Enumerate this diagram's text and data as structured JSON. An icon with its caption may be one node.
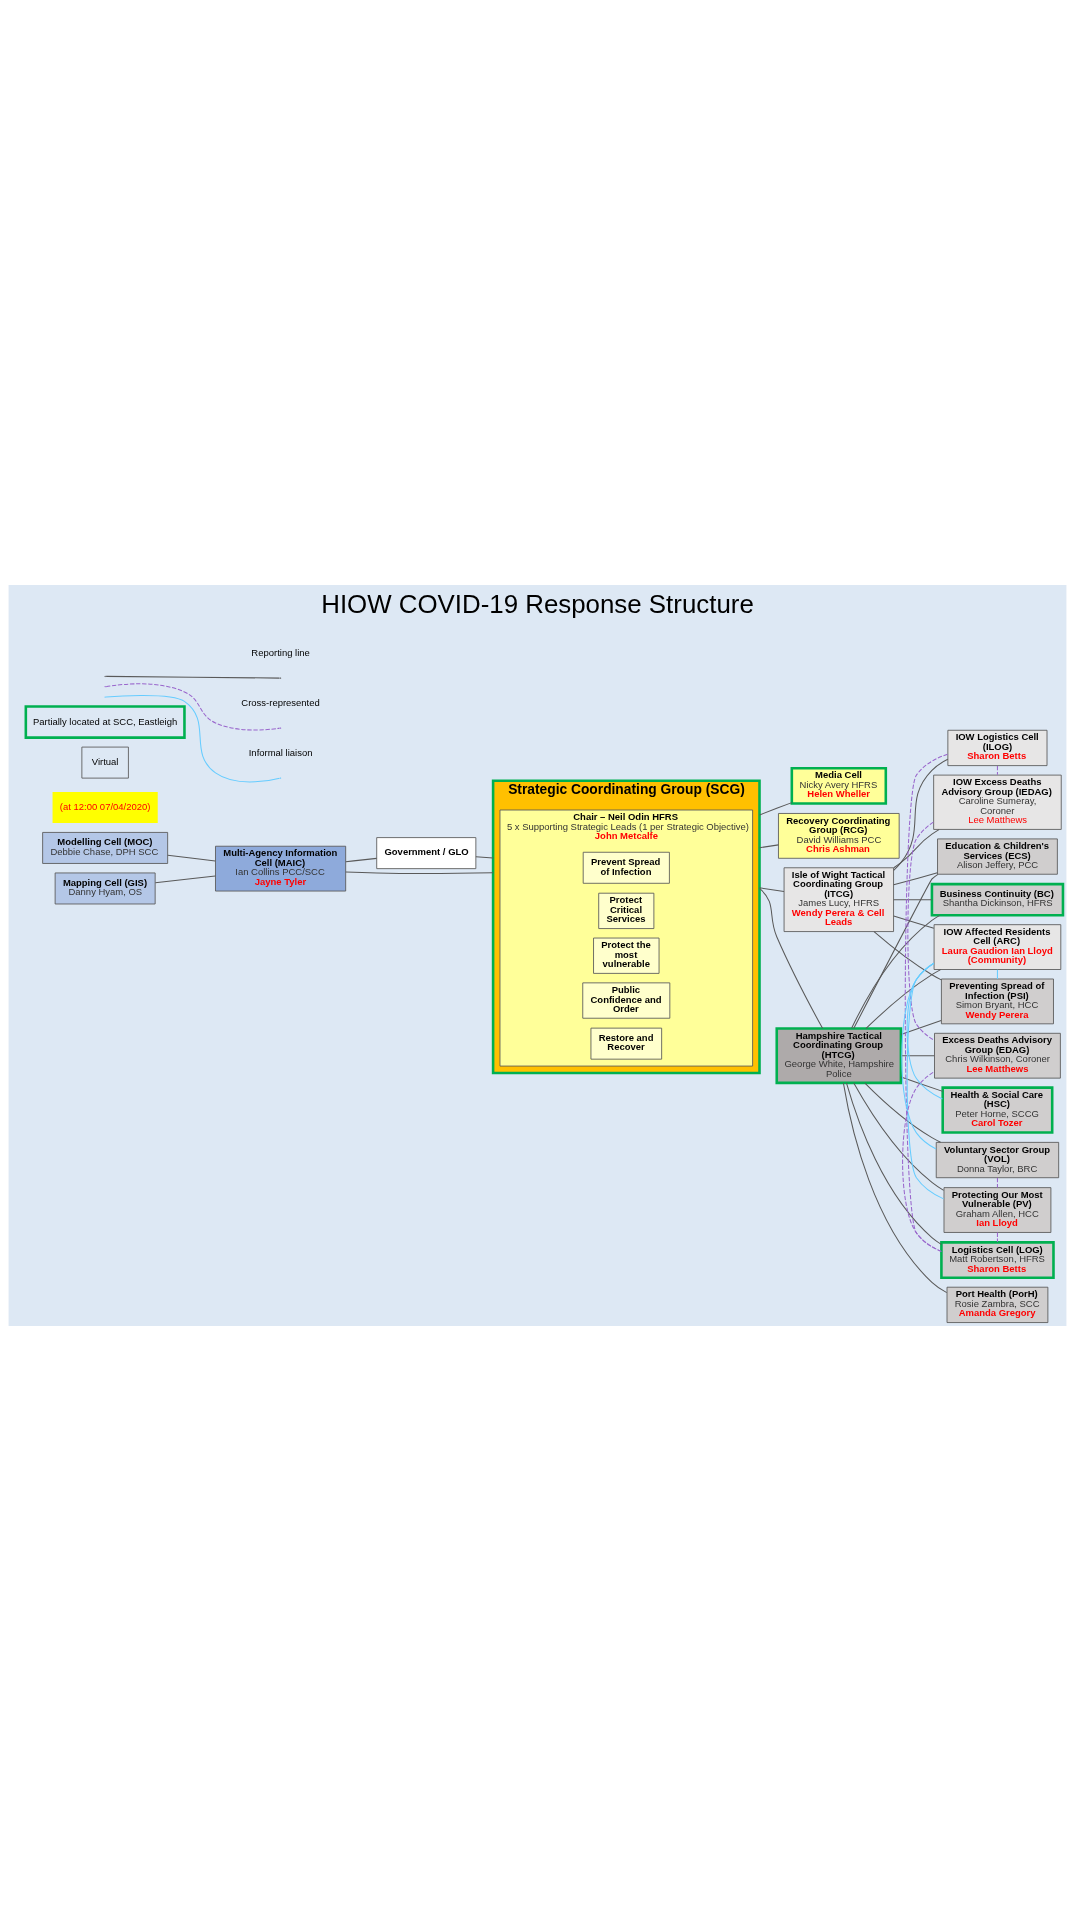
{
  "diagram": {
    "title": "HIOW COVID-19 Response Structure",
    "nodes": [
      {
        "text": [
          "Government / GLO"
        ]
      },
      {
        "text": [
          "Modelling Cell (MOC)",
          "Debbie Chase, DPH SCC"
        ]
      },
      {
        "text": [
          "Mapping Cell (GIS)",
          "Danny Hyam, OS"
        ]
      },
      {
        "text": [
          "Multi-Agency Information Cell (MAIC)",
          "Ian Collins PCC/SCC",
          "Jayne Tyler"
        ]
      },
      {
        "text": [
          "Strategic Coordinating Group (SCG)"
        ]
      },
      {
        "text": [
          "Chair – Neil Odin HFRS",
          "5 x Supporting Strategic Leads (1 per Strategic Objective)",
          "John Metcalfe"
        ],
        "in": 4
      },
      {
        "text": [
          "Prevent Spread of Infection"
        ],
        "in": 5
      },
      {
        "text": [
          "Protect Critical Services"
        ],
        "in": 5
      },
      {
        "text": [
          "Protect the most vulnerable"
        ],
        "in": 5
      },
      {
        "text": [
          "Public Confidence and Order"
        ],
        "in": 5
      },
      {
        "text": [
          "Restore and Recover"
        ],
        "in": 5
      },
      {
        "text": [
          "Media Cell",
          "Nicky Avery HFRS",
          "Helen Wheller"
        ]
      },
      {
        "text": [
          "Recovery Coordinating Group (RCG)",
          "David Williams PCC",
          "Chris Ashman"
        ]
      },
      {
        "text": [
          "Isle of Wight Tactical Coordinating Group (ITCG)",
          "James Lucy, HFRS",
          "Wendy Perera & Cell Leads"
        ]
      },
      {
        "text": [
          "Hampshire Tactical Coordinating Group (HTCG)",
          "George White, Hampshire Police"
        ]
      },
      {
        "text": [
          "IOW Logistics Cell (ILOG)",
          "Sharon Betts"
        ]
      },
      {
        "text": [
          "IOW Excess Deaths Advisory Group (IEDAG)",
          "Caroline Sumeray, Coroner",
          "Lee Matthews"
        ]
      },
      {
        "text": [
          "IOW Affected Residents Cell (ARC)",
          "Laura Gaudion Ian Lloyd (Community)"
        ]
      },
      {
        "text": [
          "Education & Children's Services (ECS)",
          "Alison Jeffery, PCC"
        ]
      },
      {
        "text": [
          "Business Continuity (BC)",
          "Shantha Dickinson, HFRS"
        ]
      },
      {
        "text": [
          "Preventing Spread of Infection (PSI)",
          "Simon Bryant, HCC",
          "Wendy Perera"
        ]
      },
      {
        "text": [
          "Health & Social Care (HSC)",
          "Peter Horne, SCCG",
          "Carol Tozer"
        ]
      },
      {
        "text": [
          "Voluntary Sector Group (VOL)",
          "Donna Taylor, BRC"
        ]
      },
      {
        "text": [
          "Protecting Our Most Vulnerable (PV)",
          "Graham Allen, HCC",
          "Ian Lloyd"
        ]
      },
      {
        "text": [
          "Port Health (PorH)",
          "Rosie Zambra, SCC",
          "Amanda Gregory"
        ]
      },
      {
        "text": [
          "Logistics Cell (LOG)",
          "Matt Robertson, HFRS",
          "Sharon Betts"
        ]
      },
      {
        "text": [
          "Excess Deaths Advisory Group (EDAG)",
          "Chris Wilkinson, Coroner",
          "Lee Matthews"
        ]
      }
    ],
    "edges": [
      {
        "from": 3,
        "to": 0,
        "arrow": "none"
      },
      {
        "from": 0,
        "to": 4,
        "arrow": "none"
      },
      {
        "from": 3,
        "to": 4,
        "arrow": "none"
      },
      {
        "from": 1,
        "to": 3,
        "arrow": "none"
      },
      {
        "from": 2,
        "to": 3,
        "arrow": "none"
      },
      {
        "from": 4,
        "to": 11,
        "arrow": "none"
      },
      {
        "from": 4,
        "to": 12,
        "arrow": "none"
      },
      {
        "from": 4,
        "to": 13,
        "arrow": "none"
      },
      {
        "from": 4,
        "to": 14,
        "arrow": "none"
      },
      {
        "from": 13,
        "to": 15,
        "arrow": "none"
      },
      {
        "from": 13,
        "to": 16,
        "arrow": "none"
      },
      {
        "from": 13,
        "to": 17,
        "arrow": "none"
      },
      {
        "from": 13,
        "to": 18,
        "arrow": "none"
      },
      {
        "from": 13,
        "to": 19,
        "arrow": "none"
      },
      {
        "from": 13,
        "to": 20,
        "arrow": "none"
      },
      {
        "from": 14,
        "to": 18,
        "arrow": "none"
      },
      {
        "from": 14,
        "to": 19,
        "arrow": "none"
      },
      {
        "from": 14,
        "to": 20,
        "arrow": "none"
      },
      {
        "from": 14,
        "to": 17,
        "arrow": "none"
      },
      {
        "from": 14,
        "to": 21,
        "arrow": "none"
      },
      {
        "from": 14,
        "to": 22,
        "arrow": "none"
      },
      {
        "from": 14,
        "to": 23,
        "arrow": "none"
      },
      {
        "from": 14,
        "to": 24,
        "arrow": "none"
      },
      {
        "from": 14,
        "to": 25,
        "arrow": "none"
      },
      {
        "from": 14,
        "to": 26,
        "arrow": "none"
      },
      {
        "from": 15,
        "to": 16,
        "arrow": "none",
        "style": "dashed",
        "color": "#9966cc"
      },
      {
        "from": 15,
        "to": 25,
        "arrow": "none",
        "style": "dashed",
        "color": "#9966cc"
      },
      {
        "from": 16,
        "to": 26,
        "arrow": "none",
        "style": "dashed",
        "color": "#9966cc"
      },
      {
        "from": 22,
        "to": 23,
        "arrow": "none",
        "style": "dashed",
        "color": "#9966cc"
      },
      {
        "from": 23,
        "to": 25,
        "arrow": "none",
        "style": "dashed",
        "color": "#9966cc"
      },
      {
        "from": 25,
        "to": 26,
        "arrow": "none",
        "style": "dashed",
        "color": "#9966cc"
      },
      {
        "from": 17,
        "to": 20,
        "arrow": "none",
        "color": "#66ccff"
      },
      {
        "from": 17,
        "to": 21,
        "arrow": "none",
        "color": "#66ccff"
      },
      {
        "from": 17,
        "to": 22,
        "arrow": "none",
        "color": "#66ccff"
      },
      {
        "from": 17,
        "to": 23,
        "arrow": "none",
        "color": "#66ccff"
      }
    ],
    "labels": [
      "(at 12:00 07/04/2020)"
    ],
    "legend": [
      {
        "text": "Reporting line"
      },
      {
        "text": "Cross-represented"
      },
      {
        "text": "Informal liaison"
      },
      {
        "text": "Partially located at SCC, Eastleigh"
      },
      {
        "text": "Virtual"
      }
    ]
  }
}
